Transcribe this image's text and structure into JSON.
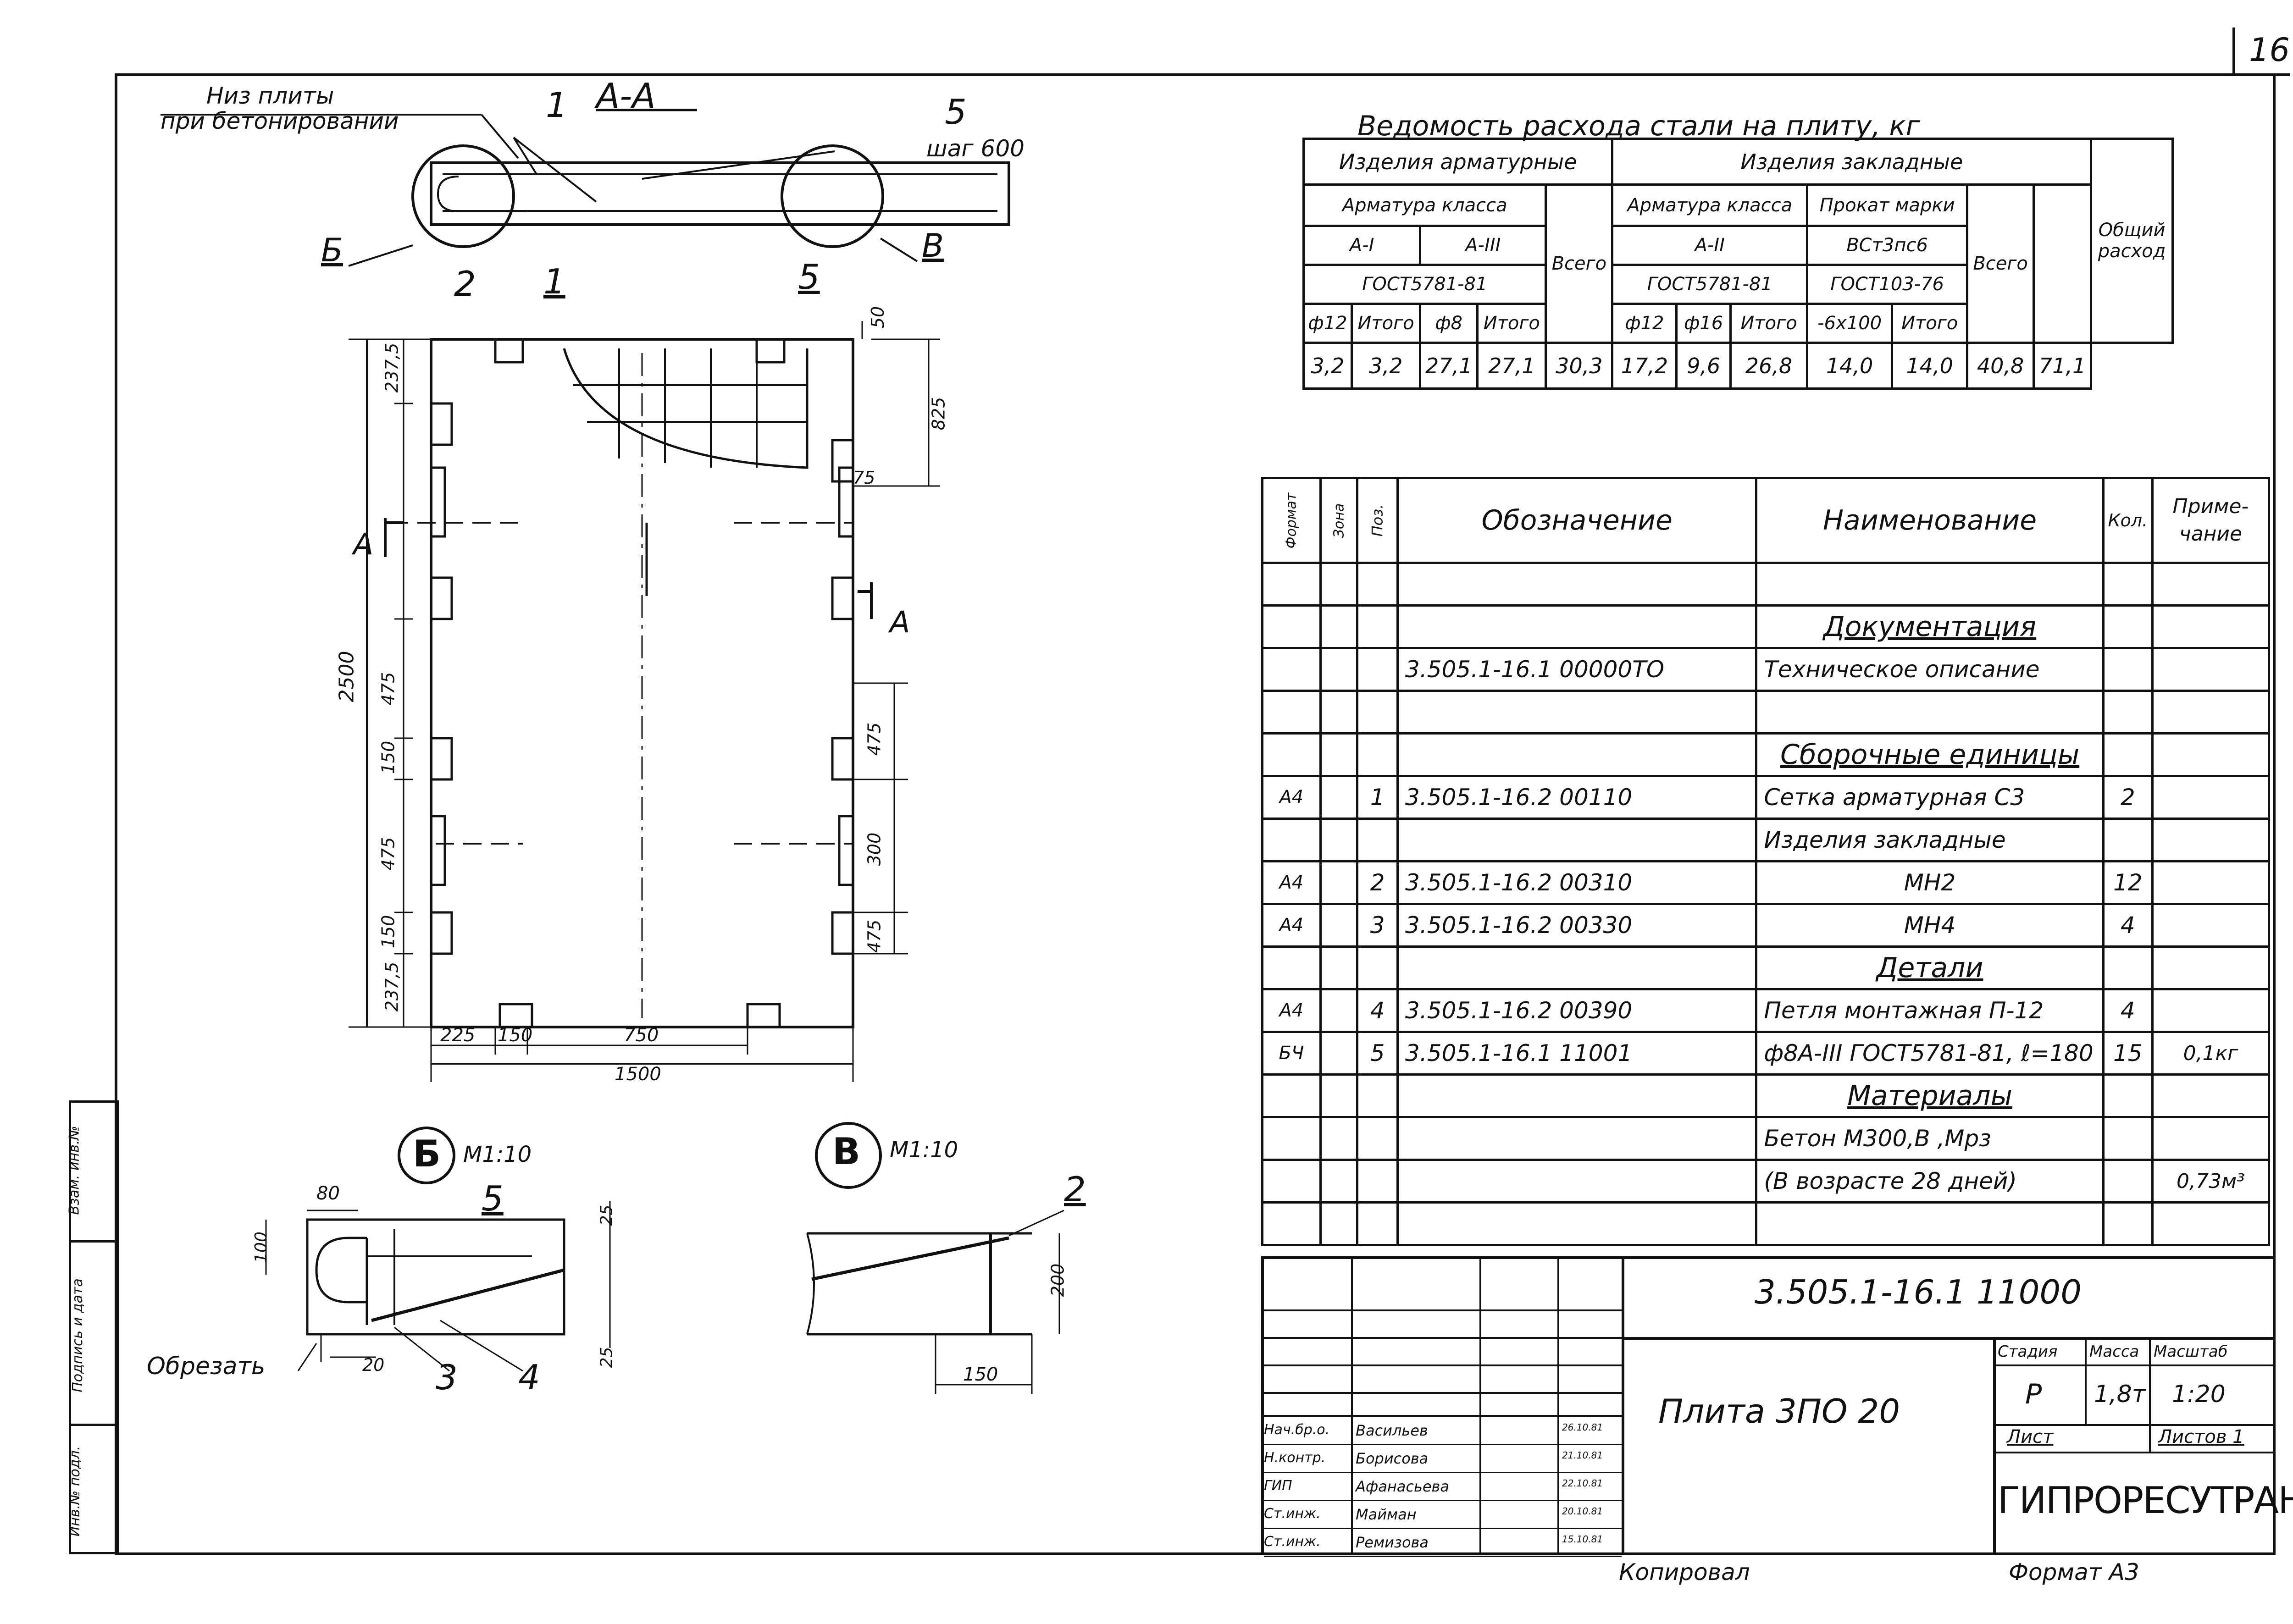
{
  "sheet_number": "16",
  "section_title": "А-А",
  "section_notes": {
    "bottom_label_line1": "Низ плиты",
    "bottom_label_line2": "при бетонировании",
    "step_label": "шаг 600",
    "callout_b": "Б",
    "callout_v": "В"
  },
  "position_marks": {
    "p1": "1",
    "p2": "2",
    "p3": "3",
    "p4": "4",
    "p5": "5"
  },
  "section_mark_a": "А",
  "plan_dims": {
    "overall_height": "2500",
    "top_offset": "237,5",
    "b1": "475",
    "b2": "150",
    "b3": "475",
    "b4": "150",
    "bottom_offset": "237,5",
    "right_top": "825",
    "right_gap": "75",
    "right_mid1": "475",
    "right_mid2": "300",
    "right_mid3": "475",
    "top_edge": "50",
    "bottom_w1": "225",
    "bottom_w2": "150",
    "bottom_w3": "750",
    "overall_width": "1500"
  },
  "detail_b": {
    "title": "Б",
    "scale": "М1:10",
    "dim_80": "80",
    "dim_100": "100",
    "dim_25a": "25",
    "dim_25b": "25",
    "dim_20": "20",
    "cut_label": "Обрезать"
  },
  "detail_v": {
    "title": "В",
    "scale": "М1:10",
    "dim_200": "200",
    "dim_150": "150"
  },
  "steel_table": {
    "title": "Ведомость расхода стали на плиту, кг",
    "group_rebar": "Изделия арматурные",
    "group_embedded": "Изделия закладные",
    "rebar_class": "Арматура класса",
    "rebar_class_2": "Арматура класса",
    "rolled": "Прокат марки",
    "a1": "А-I",
    "a3": "А-III",
    "a2": "А-II",
    "grade": "ВСт3пс6",
    "gost_rebar": "ГОСТ5781-81",
    "gost_rebar_2": "ГОСТ5781-81",
    "gost_rolled": "ГОСТ103-76",
    "total_word": "Всего",
    "total_word_2": "Всего",
    "grand_total_1": "Общий",
    "grand_total_2": "расход",
    "h_d12": "ф12",
    "h_itogo1": "Итого",
    "h_d8": "ф8",
    "h_itogo2": "Итого",
    "h_d12b": "ф12",
    "h_d16": "ф16",
    "h_itogo3": "Итого",
    "h_strip": "-6х100",
    "h_itogo4": "Итого",
    "values": [
      "3,2",
      "3,2",
      "27,1",
      "27,1",
      "30,3",
      "17,2",
      "9,6",
      "26,8",
      "14,0",
      "14,0",
      "40,8",
      "71,1"
    ]
  },
  "spec_table": {
    "h_format": "Формат",
    "h_zone": "Зона",
    "h_pos": "Поз.",
    "h_designation": "Обозначение",
    "h_name": "Наименование",
    "h_qty": "Кол.",
    "h_note": "Приме-чание",
    "rows": [
      {
        "format": "",
        "pos": "",
        "designation": "",
        "name": "",
        "qty": "",
        "note": ""
      },
      {
        "format": "",
        "pos": "",
        "designation": "",
        "name": "Документация",
        "qty": "",
        "note": "",
        "heading": true
      },
      {
        "format": "",
        "pos": "",
        "designation": "3.505.1-16.1  00000ТО",
        "name": "Техническое описание",
        "qty": "",
        "note": ""
      },
      {
        "format": "",
        "pos": "",
        "designation": "",
        "name": "",
        "qty": "",
        "note": ""
      },
      {
        "format": "",
        "pos": "",
        "designation": "",
        "name": "Сборочные единицы",
        "qty": "",
        "note": "",
        "heading": true
      },
      {
        "format": "А4",
        "pos": "1",
        "designation": "3.505.1-16.2  00110",
        "name": "Сетка арматурная С3",
        "qty": "2",
        "note": ""
      },
      {
        "format": "",
        "pos": "",
        "designation": "",
        "name": "Изделия закладные",
        "qty": "",
        "note": ""
      },
      {
        "format": "А4",
        "pos": "2",
        "designation": "3.505.1-16.2  00310",
        "name": "МН2",
        "qty": "12",
        "note": "",
        "center": true
      },
      {
        "format": "А4",
        "pos": "3",
        "designation": "3.505.1-16.2  00330",
        "name": "МН4",
        "qty": "4",
        "note": "",
        "center": true
      },
      {
        "format": "",
        "pos": "",
        "designation": "",
        "name": "Детали",
        "qty": "",
        "note": "",
        "heading": true
      },
      {
        "format": "А4",
        "pos": "4",
        "designation": "3.505.1-16.2  00390",
        "name": "Петля монтажная П-12",
        "qty": "4",
        "note": ""
      },
      {
        "format": "БЧ",
        "pos": "5",
        "designation": "3.505.1-16.1  11001",
        "name": "ф8А-III ГОСТ5781-81, ℓ=180",
        "qty": "15",
        "note": "0,1кг"
      },
      {
        "format": "",
        "pos": "",
        "designation": "",
        "name": "Материалы",
        "qty": "",
        "note": "",
        "heading": true
      },
      {
        "format": "",
        "pos": "",
        "designation": "",
        "name": "Бетон М300,В  ,Мрз",
        "qty": "",
        "note": ""
      },
      {
        "format": "",
        "pos": "",
        "designation": "",
        "name": "(В возрасте 28 дней)",
        "qty": "",
        "note": "0,73м³"
      },
      {
        "format": "",
        "pos": "",
        "designation": "",
        "name": "",
        "qty": "",
        "note": ""
      }
    ]
  },
  "title_block": {
    "code": "3.505.1-16.1  11000",
    "product": "Плита 3ПО 20",
    "stage_h": "Стадия",
    "mass_h": "Масса",
    "scale_h": "Масштаб",
    "stage": "Р",
    "mass": "1,8т",
    "scale": "1:20",
    "sheet_h": "Лист",
    "sheets_h": "Листов 1",
    "org": "ГИПРОРЕСУТРАНГ",
    "people": [
      {
        "role": "Нач.бр.о.",
        "name": "Васильев",
        "date": "26.10.81"
      },
      {
        "role": "Н.контр.",
        "name": "Борисова",
        "date": "21.10.81"
      },
      {
        "role": "ГИП",
        "name": "Афанасьева",
        "date": "22.10.81"
      },
      {
        "role": "Ст.инж.",
        "name": "Майман",
        "date": "20.10.81"
      },
      {
        "role": "Ст.инж.",
        "name": "Ремизова",
        "date": "15.10.81"
      }
    ],
    "copied": "Копировал",
    "format": "Формат А3"
  },
  "side_stamp": {
    "inv_orig": "Инв.№ подл.",
    "sign_date": "Подпись и дата",
    "replace_inv": "Взам. инв.№"
  }
}
